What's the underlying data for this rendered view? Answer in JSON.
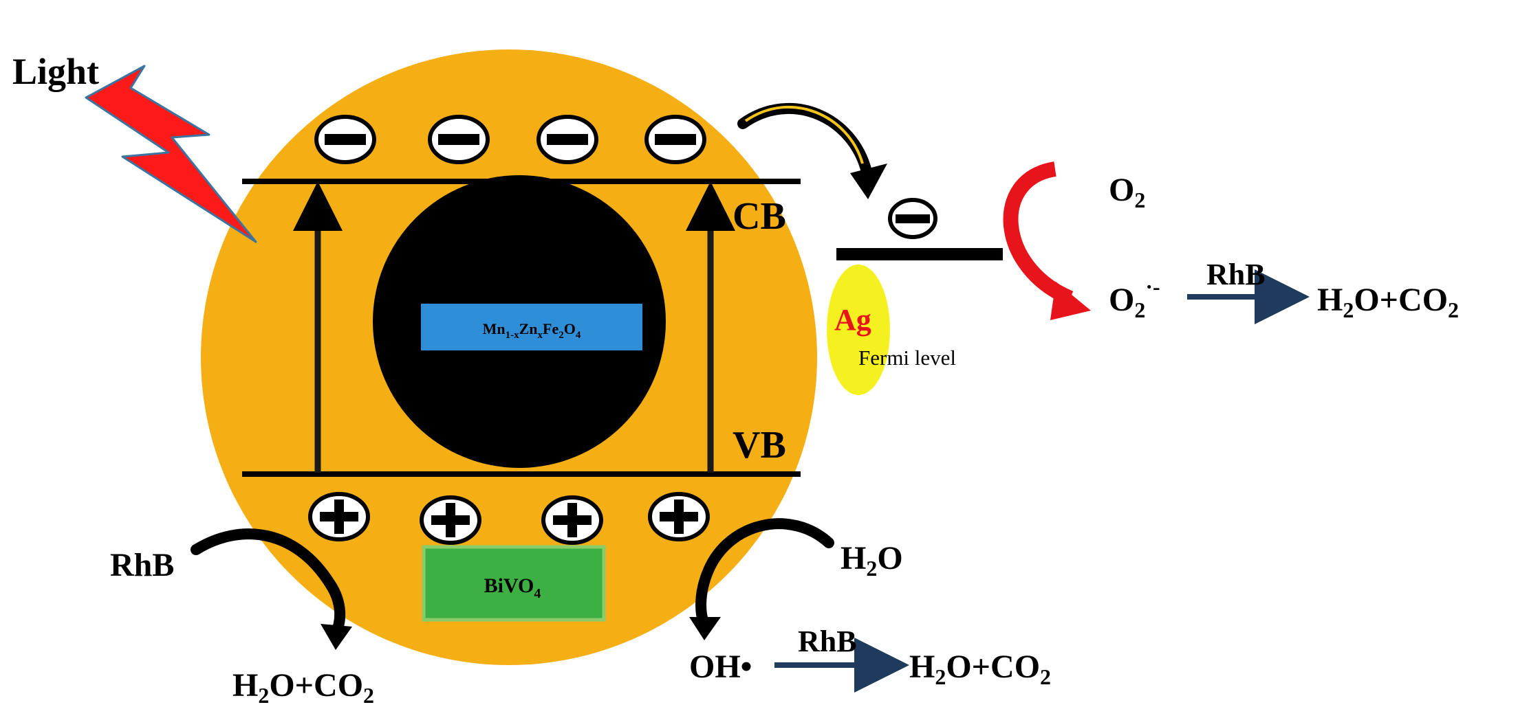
{
  "labels": {
    "light": "Light",
    "cb": "CB",
    "vb": "VB",
    "core": "Mn1-xZnxFe2O4",
    "shell": "BiVO4",
    "ag": "Ag",
    "fermi": "Fermi level",
    "o2": "O2",
    "superoxide": "O2·-",
    "rhb_right": "RhB",
    "products_right": "H2O+CO2",
    "rhb_left": "RhB",
    "products_left": "H2O+CO2",
    "h2o": "H2O",
    "oh": "OH•",
    "rhb_bottom": "RhB",
    "products_bottom": "H2O+CO2"
  },
  "colors": {
    "particle": "#F5AE14",
    "core": "#000000",
    "core_label_bg": "#2E8FD8",
    "shell_label_bg": "#3CB043",
    "ag": "#F5F020",
    "ag_text": "#E8141B",
    "lightning": "#FF1A1A",
    "red_arrow": "#E8141B",
    "band_line": "#000000",
    "reaction_arrow": "#1F3A5C"
  },
  "charges": {
    "electron_symbol": "−",
    "hole_symbol": "+"
  }
}
